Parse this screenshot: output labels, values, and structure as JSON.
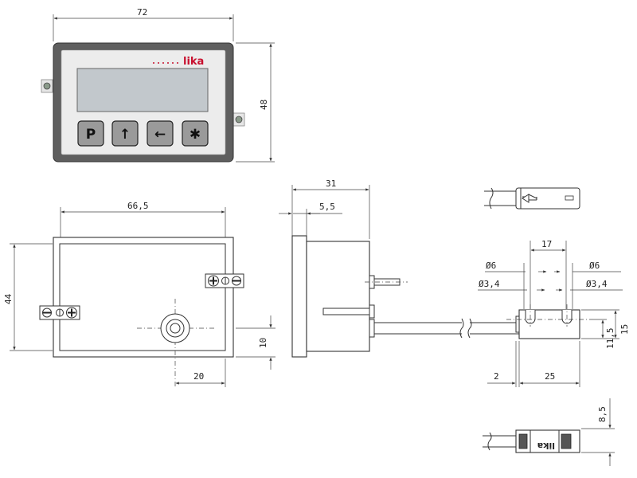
{
  "front_view": {
    "width_dim": "72",
    "height_dim": "48",
    "brand": "lika",
    "keys": [
      "P",
      "↑",
      "←",
      "✱"
    ]
  },
  "rear_view": {
    "width_dim": "66,5",
    "height_dim": "44",
    "hole_offset_x": "20",
    "hole_offset_y": "10"
  },
  "side_view": {
    "depth_dim": "31",
    "flange_dim": "5,5"
  },
  "sensor": {
    "pitch_dim": "17",
    "hole_d_left": "Ø6",
    "hole_d_right": "Ø6",
    "bore_d_left": "Ø3,4",
    "bore_d_right": "Ø3,4",
    "height_dim": "15",
    "offset_height_dim": "11,5",
    "lead_dim": "2",
    "length_dim": "25",
    "thickness_dim": "8,5",
    "marking": "lika"
  },
  "colors": {
    "frame": "#5f5f5f",
    "panel": "#ececec",
    "lcd": "#c2c8cc",
    "key": "#9a9a9a",
    "brand": "#c8102e",
    "led": "#8a9a8a"
  }
}
